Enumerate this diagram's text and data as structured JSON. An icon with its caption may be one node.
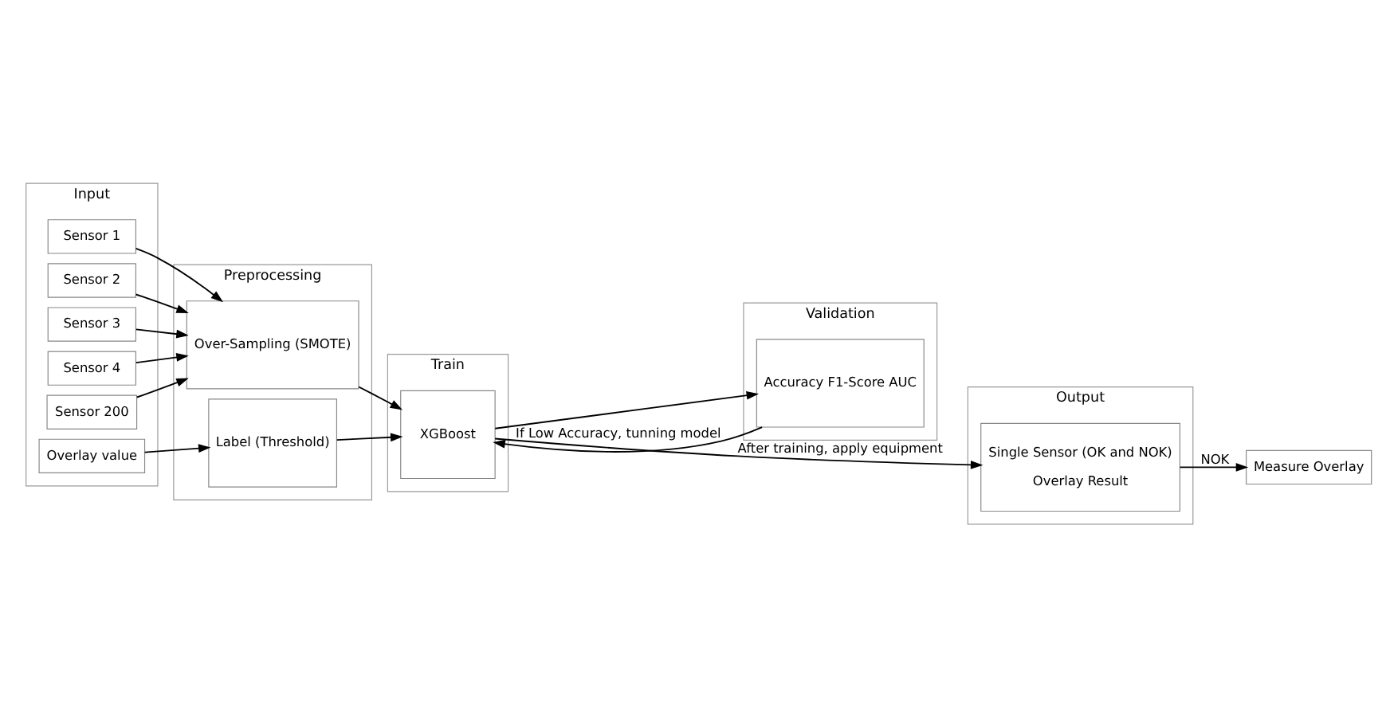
{
  "diagram": {
    "nodes": [
      {
        "text": [
          "Input"
        ]
      },
      {
        "text": [
          "Sensor 1"
        ],
        "in": 0
      },
      {
        "text": [
          "Sensor 2"
        ],
        "in": 0
      },
      {
        "text": [
          "Sensor 3"
        ],
        "in": 0
      },
      {
        "text": [
          "Sensor 4"
        ],
        "in": 0
      },
      {
        "text": [
          "Sensor 200"
        ],
        "in": 0
      },
      {
        "text": [
          "Overlay value"
        ],
        "in": 0
      },
      {
        "text": [
          "Preprocessing"
        ]
      },
      {
        "text": [
          "Over-Sampling (SMOTE)"
        ],
        "in": 7
      },
      {
        "text": [
          "Label (Threshold)"
        ],
        "in": 7
      },
      {
        "text": [
          "Train"
        ]
      },
      {
        "text": [
          "XGBoost"
        ],
        "in": 10
      },
      {
        "text": [
          "Validation"
        ]
      },
      {
        "text": [
          "Accuracy F1-Score AUC"
        ],
        "in": 12
      },
      {
        "text": [
          "Output"
        ]
      },
      {
        "text": [
          "Single Sensor (OK and NOK)",
          "Overlay Result"
        ],
        "in": 14
      },
      {
        "text": [
          "Measure Overlay"
        ]
      }
    ],
    "edges": [
      {
        "from": 1,
        "to": 8,
        "arrow": "to"
      },
      {
        "from": 2,
        "to": 8,
        "arrow": "to"
      },
      {
        "from": 3,
        "to": 8,
        "arrow": "to"
      },
      {
        "from": 4,
        "to": 8,
        "arrow": "to"
      },
      {
        "from": 5,
        "to": 8,
        "arrow": "to"
      },
      {
        "from": 6,
        "to": 9,
        "arrow": "to"
      },
      {
        "from": 8,
        "to": 11,
        "arrow": "to"
      },
      {
        "from": 9,
        "to": 11,
        "arrow": "to"
      },
      {
        "from": 11,
        "to": 13,
        "arrow": "to"
      },
      {
        "from": 11,
        "to": 15,
        "arrow": "to",
        "label": "After training, apply equipment"
      },
      {
        "from": 13,
        "to": 11,
        "arrow": "to",
        "label": "If Low Accuracy, tunning model"
      },
      {
        "from": 15,
        "to": 16,
        "arrow": "to",
        "label": "NOK"
      }
    ]
  }
}
